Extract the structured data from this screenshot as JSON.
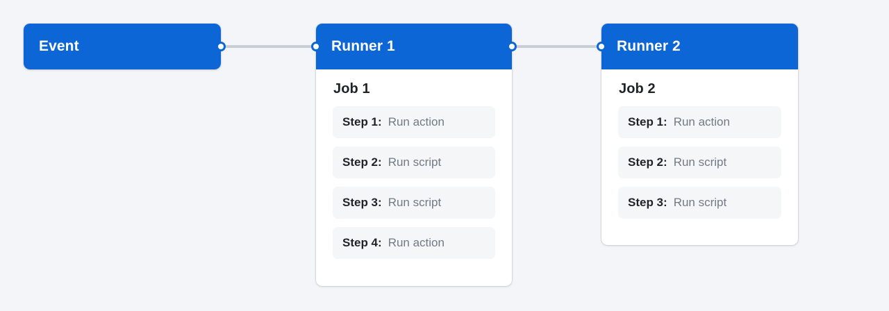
{
  "theme": {
    "background": "#f4f5f8",
    "accent_blue": "#0c66d6",
    "card_background": "#ffffff",
    "step_chip_background": "#f5f6f8",
    "edge_color": "#c9ced6",
    "label_color": "#1f2328",
    "value_color": "#707a86"
  },
  "diagram": {
    "type": "pipeline-flow",
    "nodes": [
      {
        "id": "event",
        "header": "Event",
        "has_body": false,
        "ports": {
          "in": false,
          "out": true
        }
      },
      {
        "id": "runner-1",
        "header": "Runner 1",
        "has_body": true,
        "ports": {
          "in": true,
          "out": true
        },
        "job": {
          "title": "Job 1",
          "steps": [
            {
              "label": "Step 1:",
              "value": "Run action"
            },
            {
              "label": "Step 2:",
              "value": "Run script"
            },
            {
              "label": "Step 3:",
              "value": "Run script"
            },
            {
              "label": "Step 4:",
              "value": "Run action"
            }
          ]
        }
      },
      {
        "id": "runner-2",
        "header": "Runner 2",
        "has_body": true,
        "ports": {
          "in": true,
          "out": false
        },
        "job": {
          "title": "Job 2",
          "steps": [
            {
              "label": "Step 1:",
              "value": "Run action"
            },
            {
              "label": "Step 2:",
              "value": "Run script"
            },
            {
              "label": "Step 3:",
              "value": "Run script"
            }
          ]
        }
      }
    ],
    "edges": [
      {
        "from": "event",
        "to": "runner-1"
      },
      {
        "from": "runner-1",
        "to": "runner-2"
      }
    ]
  }
}
